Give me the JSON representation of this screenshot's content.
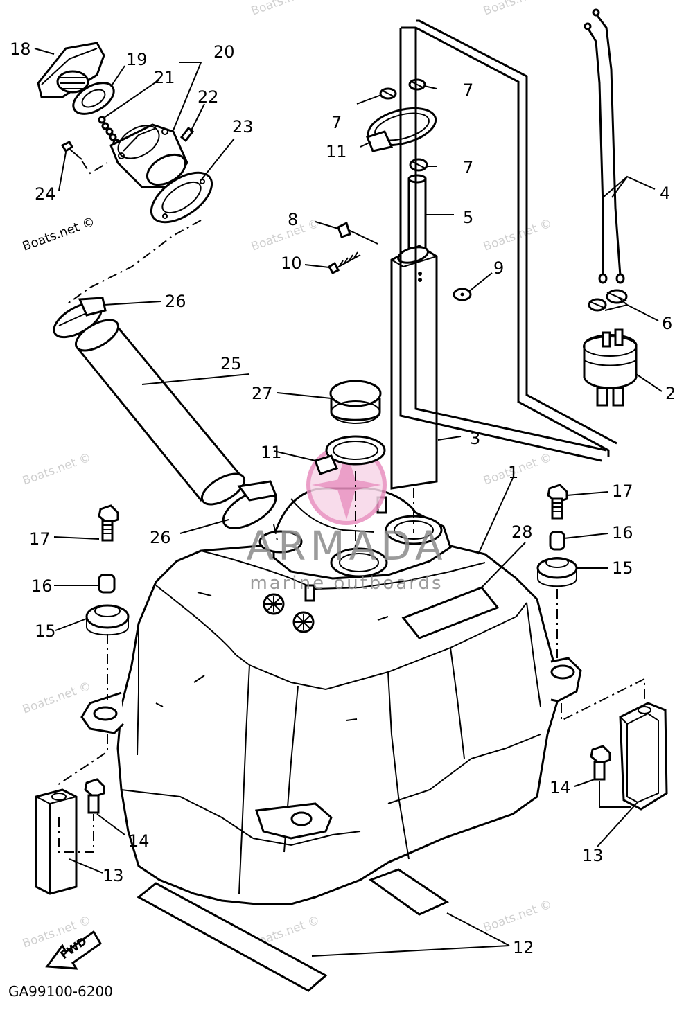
{
  "diagram": {
    "code": "GA99100-6200",
    "fwd": "FWD",
    "watermark": "Boats.net ©",
    "brand": {
      "name": "ARMADA",
      "tagline": "marine outboards",
      "color": "#e88fbf"
    },
    "callouts": {
      "c1": "1",
      "c2": "2",
      "c3": "3",
      "c4": "4",
      "c5": "5",
      "c6": "6",
      "c7a": "7",
      "c7b": "7",
      "c7c": "7",
      "c8": "8",
      "c9": "9",
      "c10": "10",
      "c11a": "11",
      "c11b": "11",
      "c12": "12",
      "c13a": "13",
      "c13b": "13",
      "c14a": "14",
      "c14b": "14",
      "c15a": "15",
      "c15b": "15",
      "c16a": "16",
      "c16b": "16",
      "c17a": "17",
      "c17b": "17",
      "c18": "18",
      "c19": "19",
      "c20": "20",
      "c21": "21",
      "c22": "22",
      "c23": "23",
      "c24": "24",
      "c25": "25",
      "c26a": "26",
      "c26b": "26",
      "c27": "27",
      "c28": "28"
    }
  }
}
